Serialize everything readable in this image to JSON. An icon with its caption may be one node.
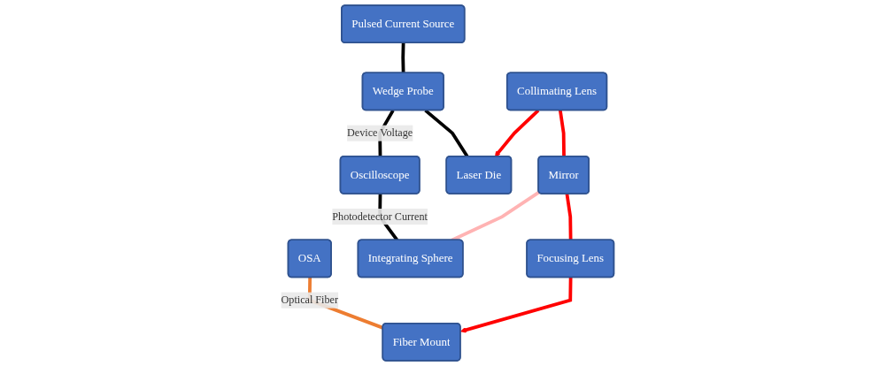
{
  "diagram": {
    "nodes": [
      {
        "text": [
          "Pulsed Current Source"
        ]
      },
      {
        "text": [
          "Oscilloscope"
        ]
      },
      {
        "text": [
          "OSA"
        ]
      },
      {
        "text": [
          "Wedge Probe"
        ]
      },
      {
        "text": [
          "Integrating Sphere"
        ]
      },
      {
        "text": [
          "Laser Die"
        ]
      },
      {
        "text": [
          "Collimating Lens"
        ]
      },
      {
        "text": [
          "Mirror"
        ]
      },
      {
        "text": [
          "Focusing Lens"
        ]
      },
      {
        "text": [
          "Fiber Mount"
        ]
      }
    ],
    "edges": [
      {
        "from": 0,
        "to": 3,
        "arrow": "none"
      },
      {
        "from": 3,
        "to": 1,
        "arrow": "none",
        "label": "Device Voltage"
      },
      {
        "from": 1,
        "to": 4,
        "arrow": "none",
        "label": "Photodetector Current"
      },
      {
        "from": 3,
        "to": 5,
        "arrow": "none"
      },
      {
        "from": 6,
        "to": 5,
        "arrow": "to",
        "color": "#ff0000"
      },
      {
        "from": 6,
        "to": 7,
        "arrow": "none",
        "color": "#ff0000"
      },
      {
        "from": 7,
        "to": 4,
        "arrow": "none",
        "color": "#ffb3b3"
      },
      {
        "from": 7,
        "to": 8,
        "arrow": "none",
        "color": "#ff0000"
      },
      {
        "from": 8,
        "to": 9,
        "arrow": "to",
        "color": "#ff0000"
      },
      {
        "from": 2,
        "to": 9,
        "arrow": "none",
        "label": "Optical Fiber",
        "color": "#ed7d31"
      }
    ]
  }
}
